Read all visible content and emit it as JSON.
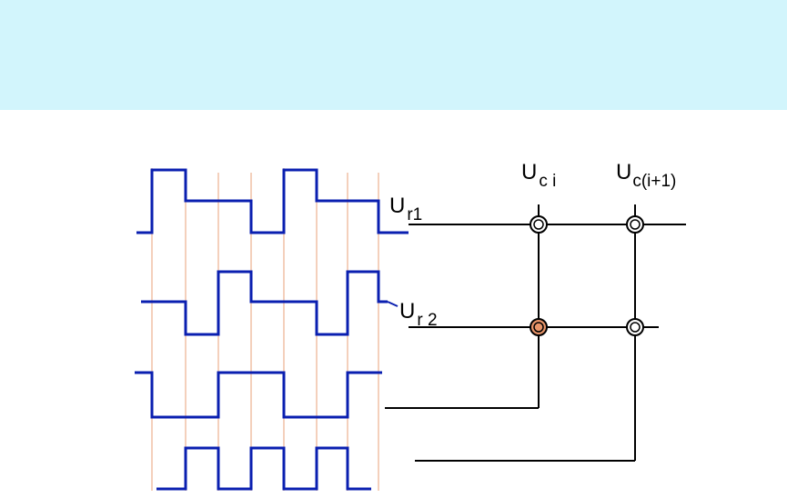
{
  "colors": {
    "header_band": "#d2f5fc",
    "waveform": "#0a1fb0",
    "time_marker": "#e8a27a",
    "wire": "#000000",
    "node_fill": "#ffffff",
    "node_active_fill": "#e8956a"
  },
  "labels": {
    "uci_main": "U",
    "uci_sub": "c i",
    "uci1_main": "U",
    "uci1_sub": "c(i+1)",
    "ur1_main": "U",
    "ur1_sub": "r1",
    "ur2_main": "U",
    "ur2_sub": "r 2"
  }
}
